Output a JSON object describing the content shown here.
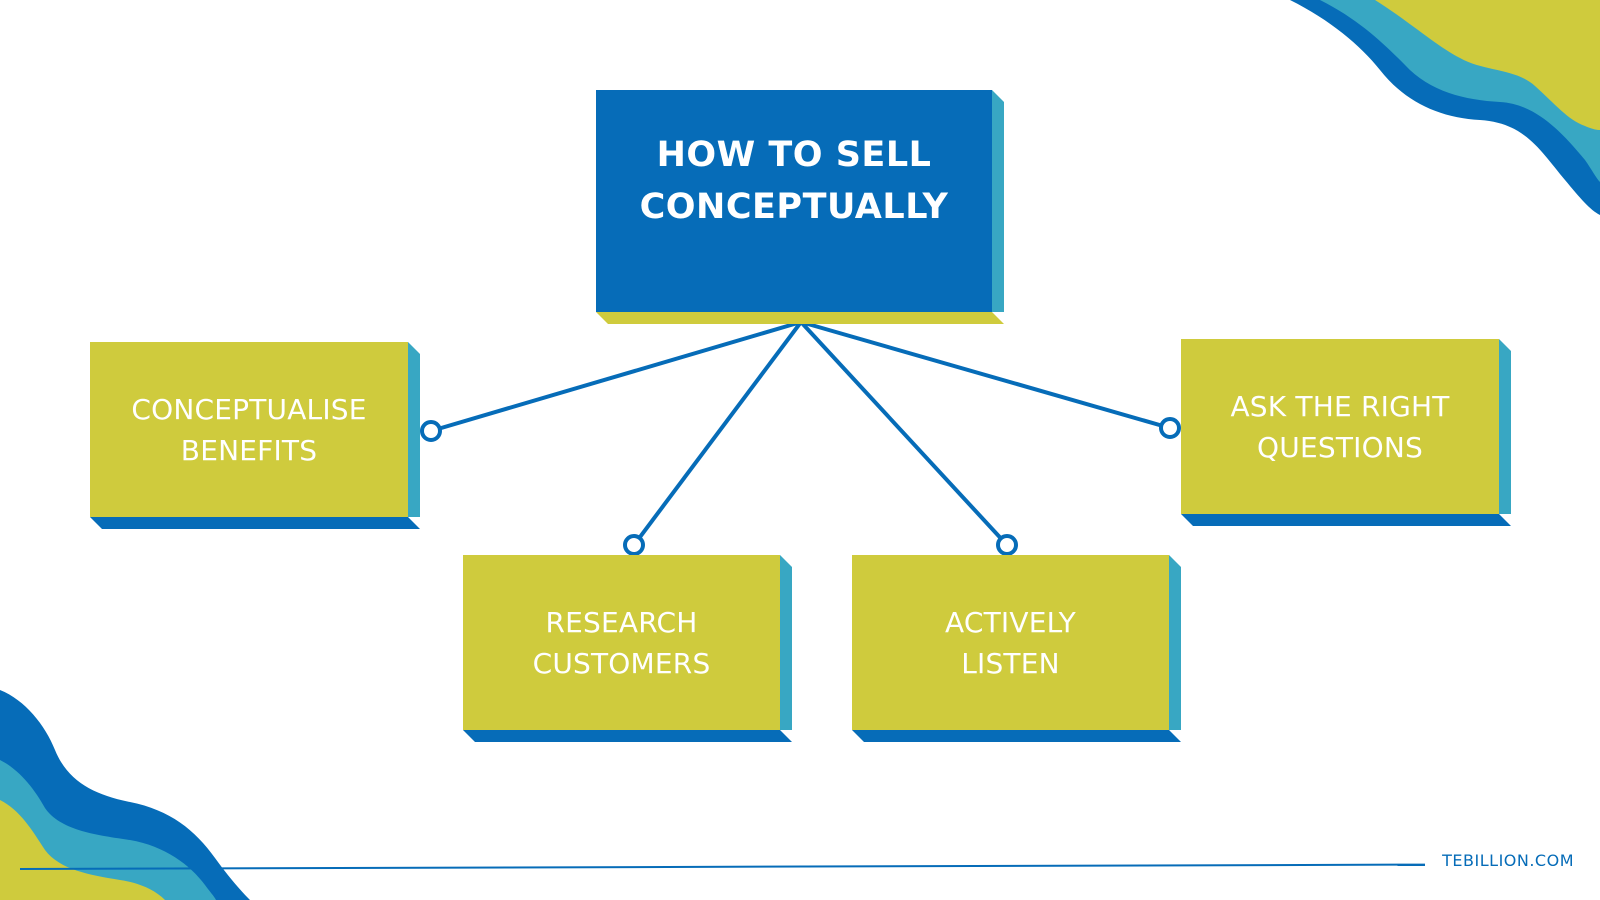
{
  "title": {
    "line1": "HOW TO SELL",
    "line2": "CONCEPTUALLY"
  },
  "nodes": [
    {
      "id": "conceptualise-benefits",
      "line1": "CONCEPTUALISE",
      "line2": "BENEFITS"
    },
    {
      "id": "research-customers",
      "line1": "RESEARCH",
      "line2": "CUSTOMERS"
    },
    {
      "id": "actively-listen",
      "line1": "ACTIVELY",
      "line2": "LISTEN"
    },
    {
      "id": "ask-right-questions",
      "line1": "ASK THE RIGHT",
      "line2": "QUESTIONS"
    }
  ],
  "footer": {
    "site": "TEBILLION.COM"
  },
  "colors": {
    "primary_blue": "#066cb8",
    "accent_teal": "#38a7c3",
    "lime": "#cfcb3d",
    "text_light": "#ffffff"
  }
}
